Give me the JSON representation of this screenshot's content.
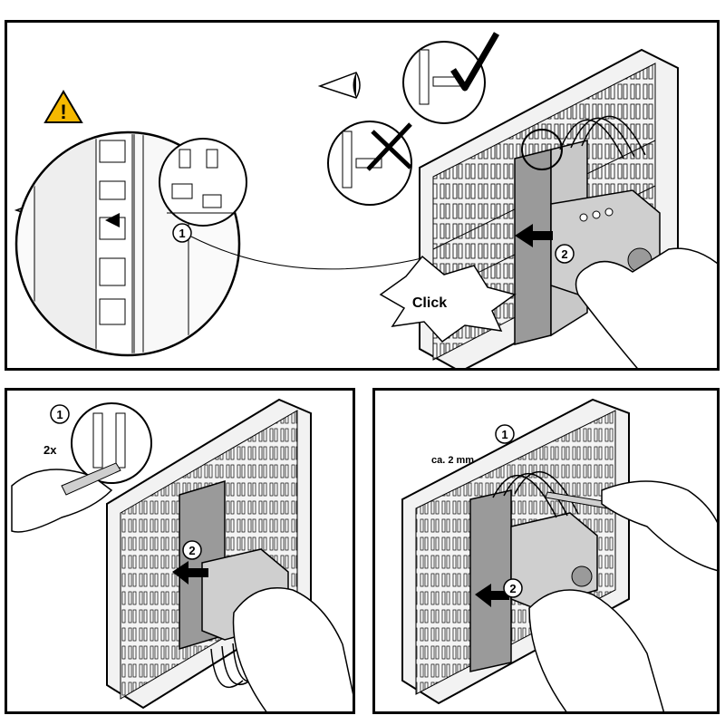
{
  "panels": {
    "top": {
      "click_label": "Click",
      "step1": "1",
      "step2": "2",
      "warning_symbol": "!"
    },
    "bottom_left": {
      "step1": "1",
      "step2": "2",
      "count_label": "2x"
    },
    "bottom_right": {
      "step1": "1",
      "step2": "2",
      "gap_label": "ca. 2 mm"
    }
  },
  "icons": [
    "warning-icon",
    "eye-icon",
    "check-icon",
    "cross-icon",
    "arrow-icon",
    "hand-icon",
    "pliers-icon",
    "screwdriver-icon"
  ],
  "colors": {
    "line": "#000000",
    "device": "#c8c8c8",
    "device_dark": "#9a9a9a",
    "rack": "#f2f2f2",
    "warning": "#f5b800"
  }
}
